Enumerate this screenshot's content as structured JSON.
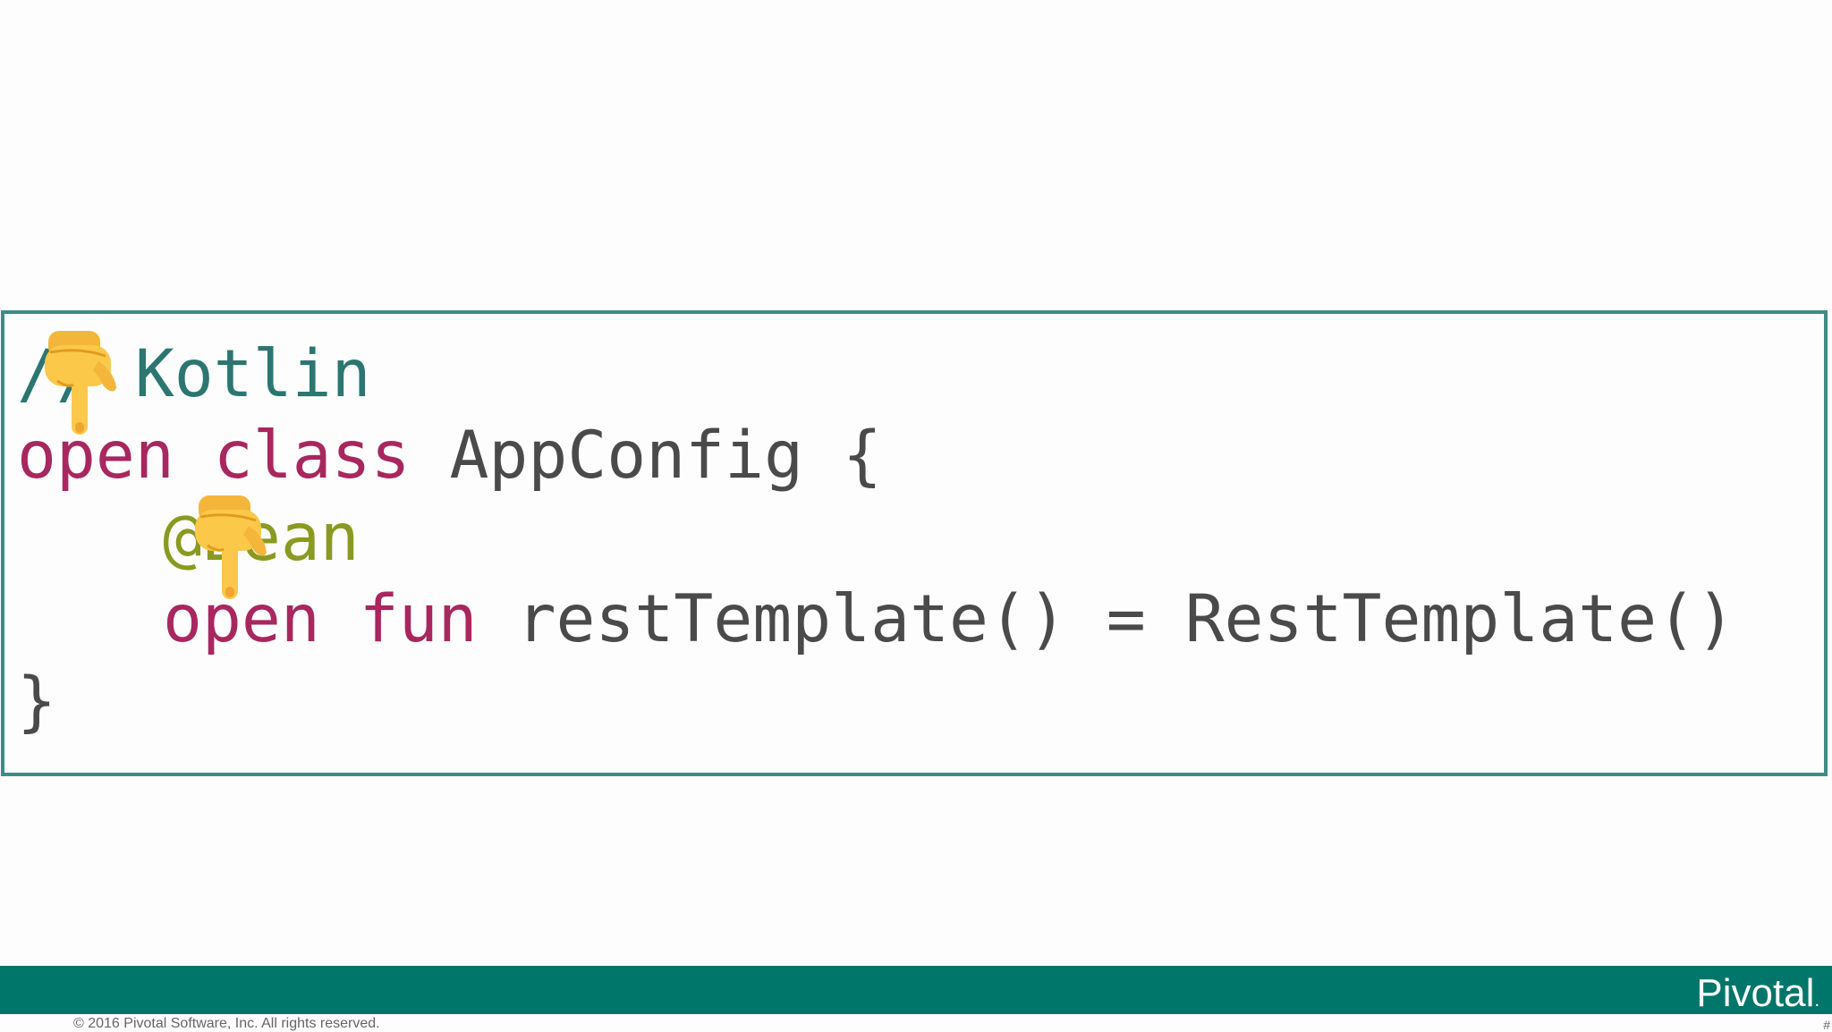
{
  "code": {
    "line1": {
      "comment": "// Kotlin"
    },
    "line2": {
      "kw1": "open",
      "kw2": "class",
      "rest": " AppConfig {"
    },
    "line3": {
      "annotation": "@Bean"
    },
    "line4": {
      "kw1": "open",
      "kw2": "fun",
      "rest": " restTemplate() = RestTemplate()"
    },
    "line5": {
      "text": "}"
    }
  },
  "icons": {
    "pointer": "backhand-index-pointing-down-icon"
  },
  "footer": {
    "brand": "Pivotal",
    "brand_suffix": ".",
    "copyright": "© 2016 Pivotal Software, Inc.  All rights reserved.",
    "page_number": "#"
  },
  "colors": {
    "keyword": "#a8275f",
    "comment": "#2b7670",
    "annotation": "#8a9a20",
    "text": "#4a4a4a",
    "border": "#3d8c86",
    "footer_bar": "#00756a"
  }
}
